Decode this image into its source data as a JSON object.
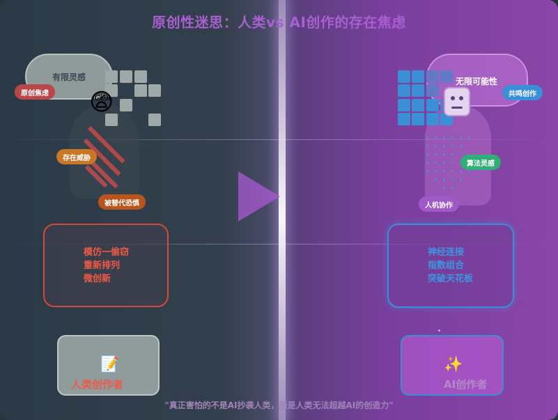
{
  "title": "原创性迷思：人类vs AI创作的存在焦虑",
  "human": {
    "cloud_label": "有限灵感",
    "tags": {
      "originality": "原创焦虑",
      "existence": "存在威胁",
      "replacement": "被替代恐惧"
    },
    "box_lines": [
      "模仿一偷窃",
      "重新排列",
      "微创新"
    ],
    "card_label": "人类创作者",
    "card_icon": "📝",
    "avatar_emoji": "😨"
  },
  "ai": {
    "cloud_label": "无限可能性",
    "tags": {
      "cocreation": "共鸣创作",
      "algorithm": "算法灵感",
      "collaboration": "人机协作"
    },
    "box_lines": [
      "神经连接",
      "指数组合",
      "突破天花板"
    ],
    "card_label": "AI创作者",
    "card_icon": "✨"
  },
  "footer": "\"真正害怕的不是AI抄袭人类，而是人类无法超越AI的创造力\"",
  "colors": {
    "human_accent": "#ef5a48",
    "ai_accent": "#3b8ed8",
    "title": "#a860d0"
  },
  "icons": [
    "fearful-face-icon",
    "robot-icon",
    "memo-icon",
    "sparkles-icon",
    "arrow-right-icon"
  ]
}
